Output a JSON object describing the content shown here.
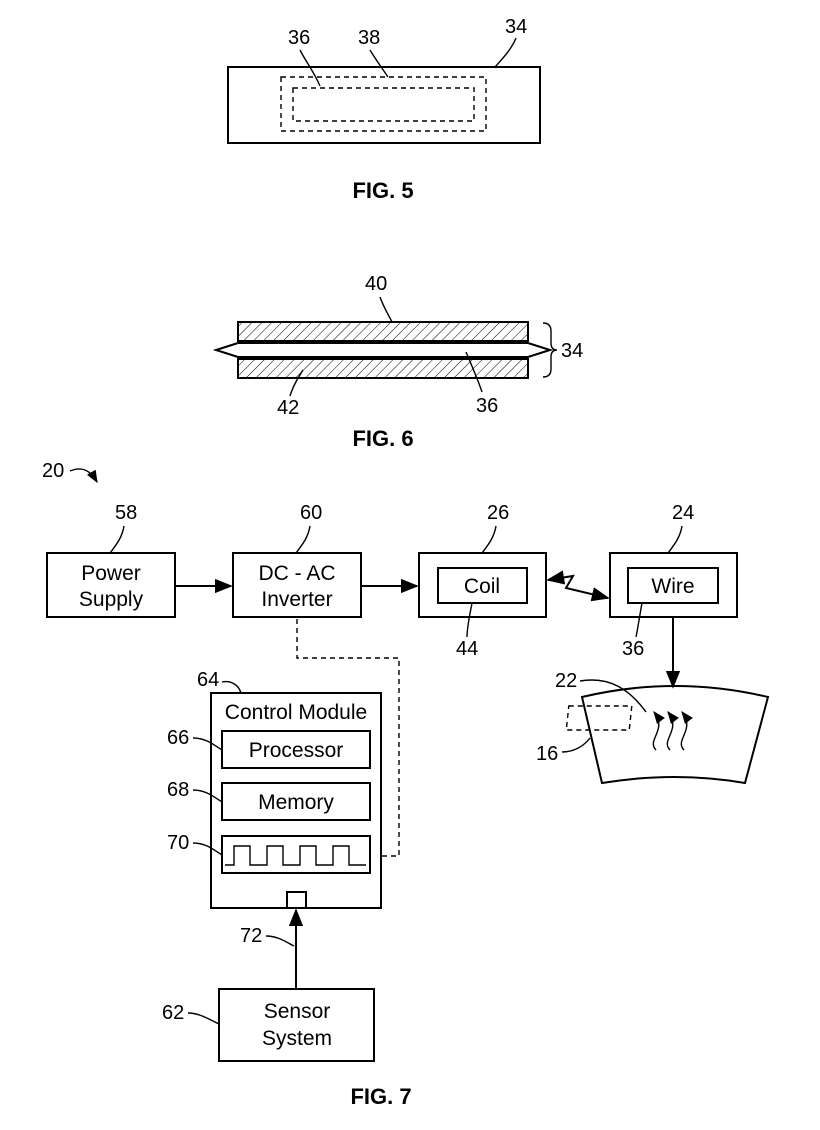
{
  "fig5": {
    "caption": "FIG. 5",
    "refs": {
      "r36": "36",
      "r38": "38",
      "r34": "34"
    }
  },
  "fig6": {
    "caption": "FIG. 6",
    "refs": {
      "r40": "40",
      "r34": "34",
      "r42": "42",
      "r36": "36"
    }
  },
  "fig7": {
    "caption": "FIG. 7",
    "system_ref": "20",
    "power_supply": {
      "ref": "58",
      "line1": "Power",
      "line2": "Supply"
    },
    "inverter": {
      "ref": "60",
      "line1": "DC - AC",
      "line2": "Inverter"
    },
    "coil_unit": {
      "ref": "26",
      "label": "Coil",
      "inner_ref": "44"
    },
    "wire_unit": {
      "ref": "24",
      "label": "Wire",
      "inner_ref": "36"
    },
    "target": {
      "ref": "16",
      "zone_ref": "22"
    },
    "control_module": {
      "ref": "64",
      "title": "Control Module",
      "processor": {
        "ref": "66",
        "label": "Processor"
      },
      "memory": {
        "ref": "68",
        "label": "Memory"
      },
      "signal_ref": "70"
    },
    "sensor_link_ref": "72",
    "sensor": {
      "ref": "62",
      "line1": "Sensor",
      "line2": "System"
    }
  }
}
